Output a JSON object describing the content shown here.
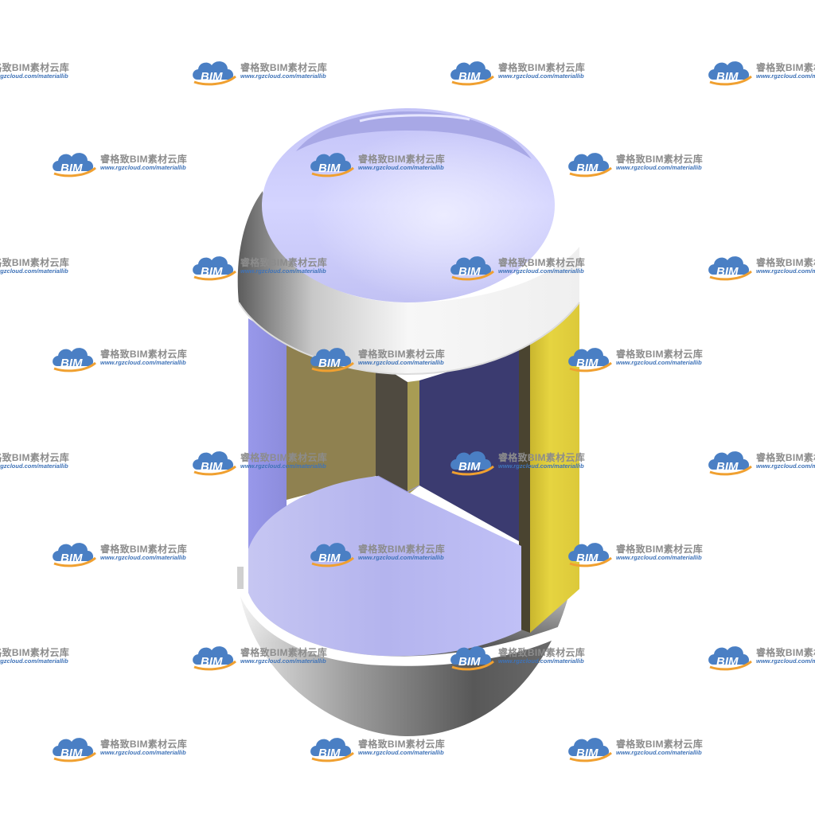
{
  "watermark": {
    "logo_text": "BIM",
    "title": "睿格致BIM素材云库",
    "url": "www.rgzcloud.com/materiallib"
  },
  "colors": {
    "glass": "#c8c8ff",
    "glass_dark": "#8f8fe0",
    "panel_yellow": "#e2cf3e",
    "panel_olive": "#8f8150",
    "panel_navy": "#3a3a6e",
    "steel_light": "#f2f2f2",
    "steel_dark": "#5a5a5a",
    "watermark_blue": "#3f73b8",
    "watermark_orange": "#f0a030"
  },
  "icons": [
    "cloud-logo-icon"
  ]
}
